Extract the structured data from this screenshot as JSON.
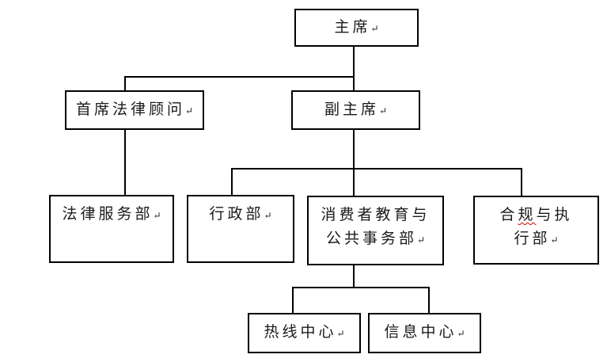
{
  "marks": {
    "paragraph_mark": "↵"
  },
  "colors": {
    "box_border": "#000000",
    "connector_line": "#000000",
    "text": "#1a1a1a",
    "spellcheck_underline": "#e00000",
    "background": "#ffffff"
  },
  "org": {
    "type": "org-chart",
    "nodes": {
      "chairman": {
        "label": "主席"
      },
      "chief_legal_advisor": {
        "label": "首席法律顾问"
      },
      "vice_chairman": {
        "label": "副主席"
      },
      "legal_services": {
        "label": "法律服务部"
      },
      "administration": {
        "label": "行政部"
      },
      "consumer_education": {
        "line1": "消费者教育与",
        "line2": "公共事务部"
      },
      "compliance": {
        "line1_pre": "合",
        "line1_wavy": "规",
        "line1_post": "与执",
        "line2": "行部"
      },
      "hotline": {
        "label": "热线中心"
      },
      "information": {
        "label": "信息中心"
      }
    },
    "edges": [
      {
        "from": "chairman",
        "to": "chief_legal_advisor"
      },
      {
        "from": "chairman",
        "to": "vice_chairman"
      },
      {
        "from": "chief_legal_advisor",
        "to": "legal_services"
      },
      {
        "from": "vice_chairman",
        "to": "administration"
      },
      {
        "from": "vice_chairman",
        "to": "consumer_education"
      },
      {
        "from": "vice_chairman",
        "to": "compliance"
      },
      {
        "from": "consumer_education",
        "to": "hotline"
      },
      {
        "from": "consumer_education",
        "to": "information"
      }
    ]
  }
}
